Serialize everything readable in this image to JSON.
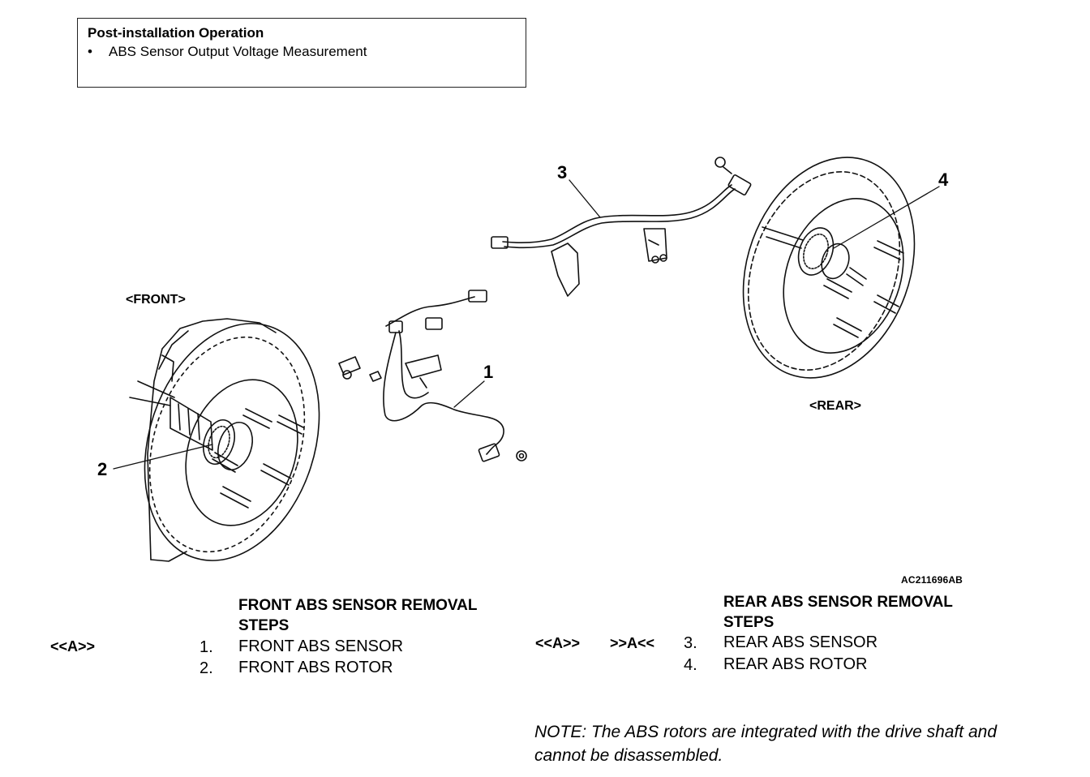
{
  "post_installation": {
    "title": "Post-installation Operation",
    "items": [
      "ABS Sensor Output Voltage Measurement"
    ]
  },
  "diagram": {
    "front_label": "<FRONT>",
    "rear_label": "<REAR>",
    "figure_code": "AC211696AB",
    "callouts": [
      "1",
      "2",
      "3",
      "4"
    ]
  },
  "front_steps": {
    "heading_line1": "FRONT ABS SENSOR REMOVAL",
    "heading_line2": "STEPS",
    "tag": "<<A>>",
    "steps": [
      {
        "num": "1.",
        "text": "FRONT ABS SENSOR"
      },
      {
        "num": "2.",
        "text": "FRONT ABS ROTOR"
      }
    ]
  },
  "rear_steps": {
    "heading_line1": "REAR ABS SENSOR REMOVAL",
    "heading_line2": "STEPS",
    "tag_removal": "<<A>>",
    "tag_install": ">>A<<",
    "steps": [
      {
        "num": "3.",
        "text": "REAR ABS SENSOR"
      },
      {
        "num": "4.",
        "text": "REAR ABS ROTOR"
      }
    ]
  },
  "note": "NOTE: The ABS rotors are integrated with the drive shaft and cannot be disassembled."
}
